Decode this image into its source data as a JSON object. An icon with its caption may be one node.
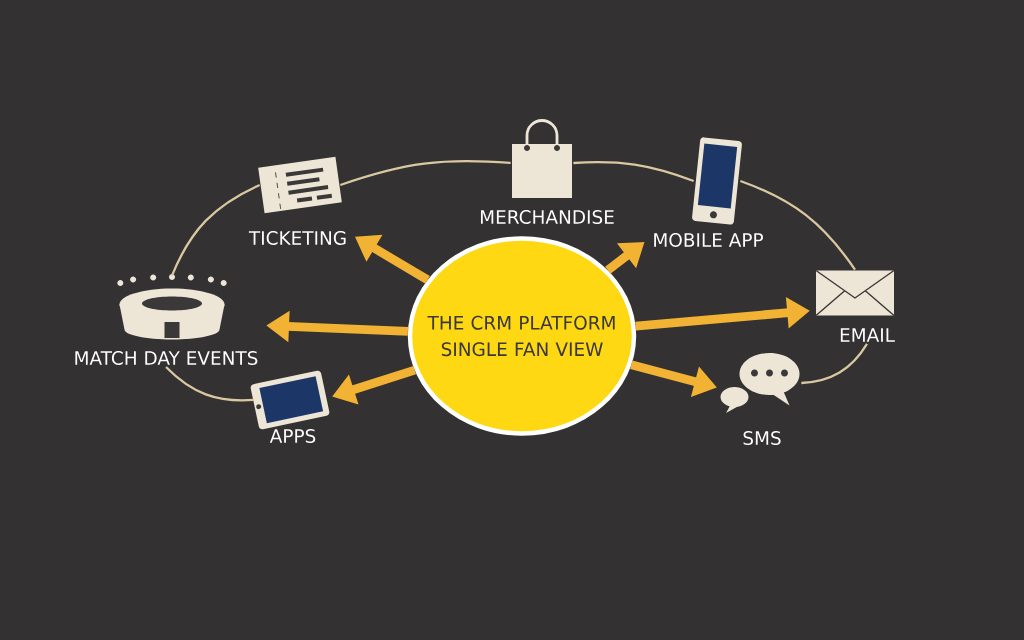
{
  "diagram": {
    "nodes": [
      {
        "text": [
          "THE CRM PLATFORM SINGLE FAN VIEW"
        ]
      },
      {
        "text": [
          "TICKETING"
        ]
      },
      {
        "text": [
          "MERCHANDISE"
        ]
      },
      {
        "text": [
          "MOBILE APP"
        ]
      },
      {
        "text": [
          "EMAIL"
        ]
      },
      {
        "text": [
          "SMS"
        ]
      },
      {
        "text": [
          "MATCH DAY EVENTS"
        ]
      },
      {
        "text": [
          "APPS"
        ]
      }
    ],
    "edges": [
      {
        "from": 0,
        "to": 1,
        "arrow": "to",
        "style": "thick",
        "color": "#f2b233"
      },
      {
        "from": 0,
        "to": 6,
        "arrow": "to",
        "style": "thick",
        "color": "#f2b233"
      },
      {
        "from": 0,
        "to": 7,
        "arrow": "to",
        "style": "thick",
        "color": "#f2b233"
      },
      {
        "from": 0,
        "to": 3,
        "arrow": "to",
        "style": "thick",
        "color": "#f2b233"
      },
      {
        "from": 0,
        "to": 4,
        "arrow": "to",
        "style": "thick",
        "color": "#f2b233"
      },
      {
        "from": 0,
        "to": 5,
        "arrow": "to",
        "style": "thick",
        "color": "#f2b233"
      },
      {
        "from": 6,
        "to": 1,
        "arrow": "none",
        "color": "#d9c8a0"
      },
      {
        "from": 1,
        "to": 2,
        "arrow": "none",
        "color": "#d9c8a0"
      },
      {
        "from": 2,
        "to": 3,
        "arrow": "none",
        "color": "#d9c8a0"
      },
      {
        "from": 3,
        "to": 4,
        "arrow": "none",
        "color": "#d9c8a0"
      },
      {
        "from": 4,
        "to": 5,
        "arrow": "none",
        "color": "#d9c8a0"
      },
      {
        "from": 6,
        "to": 7,
        "arrow": "none",
        "color": "#d9c8a0"
      }
    ]
  }
}
